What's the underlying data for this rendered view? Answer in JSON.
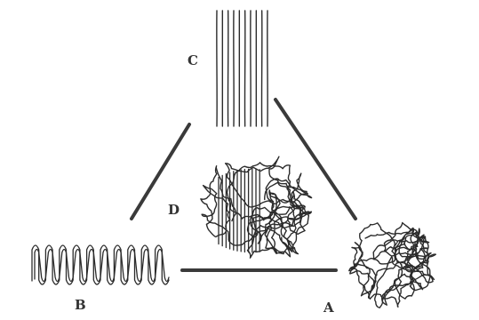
{
  "diagram": {
    "labels": {
      "a": "A",
      "b": "B",
      "c": "C",
      "d": "D"
    },
    "colors": {
      "ink": "#2b2b2b",
      "background": "#ffffff"
    },
    "nodes": [
      {
        "id": "c",
        "shape": "parallel-fiber-bundle"
      },
      {
        "id": "b",
        "shape": "folded-chain-lamella"
      },
      {
        "id": "a",
        "shape": "random-coil-ball"
      },
      {
        "id": "d",
        "shape": "mixed-coil-and-parallel"
      }
    ],
    "connections": [
      [
        "c",
        "b"
      ],
      [
        "c",
        "a"
      ],
      [
        "b",
        "a"
      ]
    ]
  }
}
